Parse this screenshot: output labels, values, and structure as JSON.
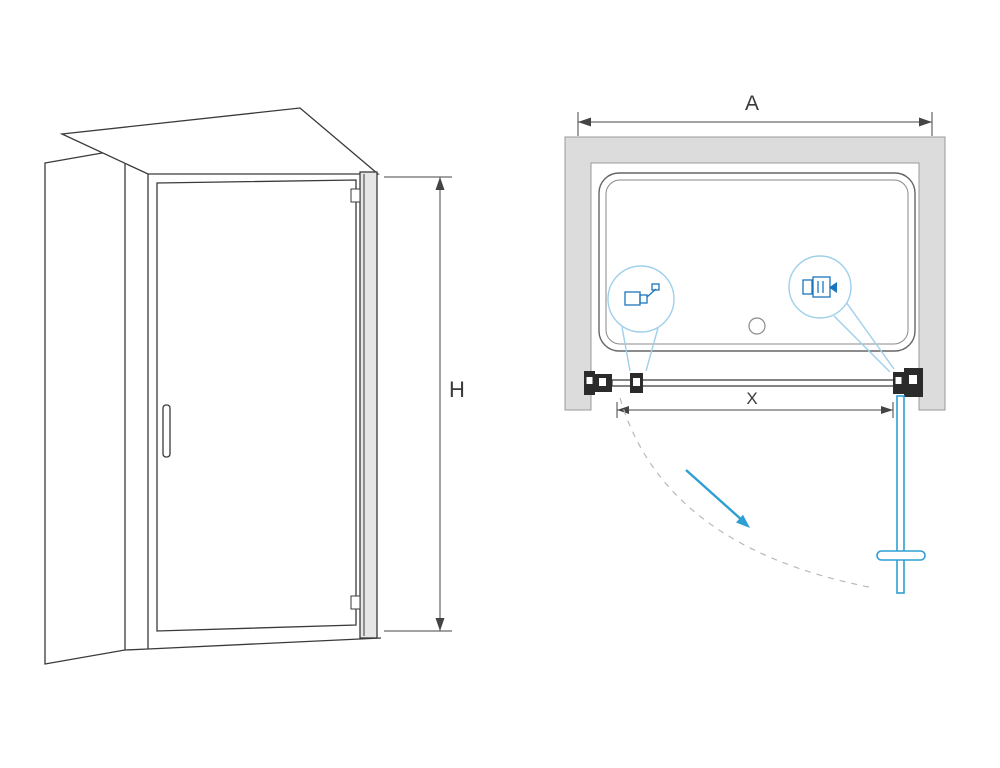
{
  "labels": {
    "height_dim": "H",
    "overall_width_dim": "A",
    "door_width_dim": "X"
  },
  "colors": {
    "line": "#3a3a3a",
    "dim": "#444444",
    "wall_fill": "#dcdcdc",
    "wall_stroke": "#9a9a9a",
    "tray_stroke": "#666666",
    "tray_inner_stroke": "#8a8a8a",
    "accent_blue": "#2e9fd4",
    "detail_blue": "#1b75bc",
    "callout_blue": "#9fd0ea",
    "swing_arc": "#b9b9b9",
    "hardware_dark": "#2b2b2b",
    "profile_fill": "#e6e6e6"
  }
}
